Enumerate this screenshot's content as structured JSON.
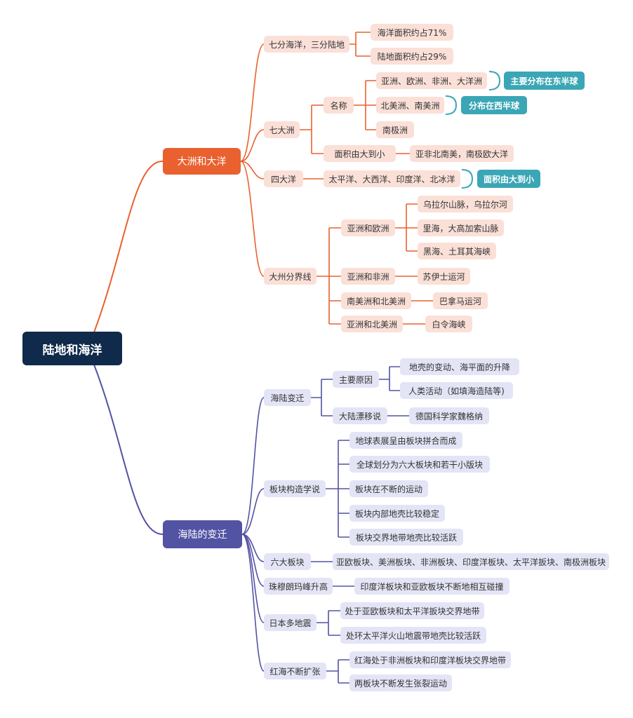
{
  "root": "陆地和海洋",
  "topic1": {
    "title": "大洲和大洋",
    "b1": {
      "label": "七分海洋，三分陆地",
      "c1": "海洋面积约占71%",
      "c2": "陆地面积约占29%"
    },
    "b2": {
      "label": "七大洲",
      "name_label": "名称",
      "n1": "亚洲、欧洲、非洲、大洋洲",
      "n1_note": "主要分布在东半球",
      "n2": "北美洲、南美洲",
      "n2_note": "分布在西半球",
      "n3": "南极洲",
      "area_label": "面积由大到小",
      "area_value": "亚非北南美，南极欧大洋"
    },
    "b3": {
      "label": "四大洋",
      "value": "太平洋、大西洋、印度洋、北冰洋",
      "note": "面积由大到小"
    },
    "b4": {
      "label": "大州分界线",
      "s1": "亚洲和欧洲",
      "s1a": "乌拉尔山脉，乌拉尔河",
      "s1b": "里海，大高加索山脉",
      "s1c": "黑海、土耳其海峡",
      "s2": "亚洲和非洲",
      "s2a": "苏伊士运河",
      "s3": "南美洲和北美洲",
      "s3a": "巴拿马运河",
      "s4": "亚洲和北美洲",
      "s4a": "白令海峡"
    }
  },
  "topic2": {
    "title": "海陆的变迁",
    "b1": {
      "label": "海陆变迁",
      "cause": "主要原因",
      "cause1": "地壳的变动、海平面的升降",
      "cause2": "人类活动（如填海造陆等)",
      "drift": "大陆漂移说",
      "drift_value": "德国科学家魏格纳"
    },
    "b2": {
      "label": "板块构造学说",
      "items": [
        "地球表展呈由板块拼合而成",
        "全球划分为六大板块和若干小版块",
        "板块在不断的运动",
        "板块内部地壳比较稳定",
        "板块交界地带地壳比较活跃"
      ]
    },
    "b3": {
      "label": "六大板块",
      "value": "亚欧板块、美洲板块、非洲板块、印度洋板块、太平洋扳块、南极洲板块"
    },
    "b4": {
      "label": "珠穆朗玛峰升高",
      "value": "印度洋板块和亚欧板块不断地相互碰撞"
    },
    "b5": {
      "label": "日本多地震",
      "v1": "处于亚欧板块和太平洋扳块交界地带",
      "v2": "处环太平洋火山地震带地壳比较活跃"
    },
    "b6": {
      "label": "红海不断扩张",
      "v1": "红海处于非洲板块和印度洋板块交界地带",
      "v2": "两板块不断发生张裂运动"
    }
  },
  "colors": {
    "orange": "#e9612f",
    "purple": "#5253a3",
    "root": "#0f2a4a",
    "teal": "#3ba6b5",
    "orange_light": "#fbe0d8",
    "purple_light": "#e3e4f5"
  }
}
